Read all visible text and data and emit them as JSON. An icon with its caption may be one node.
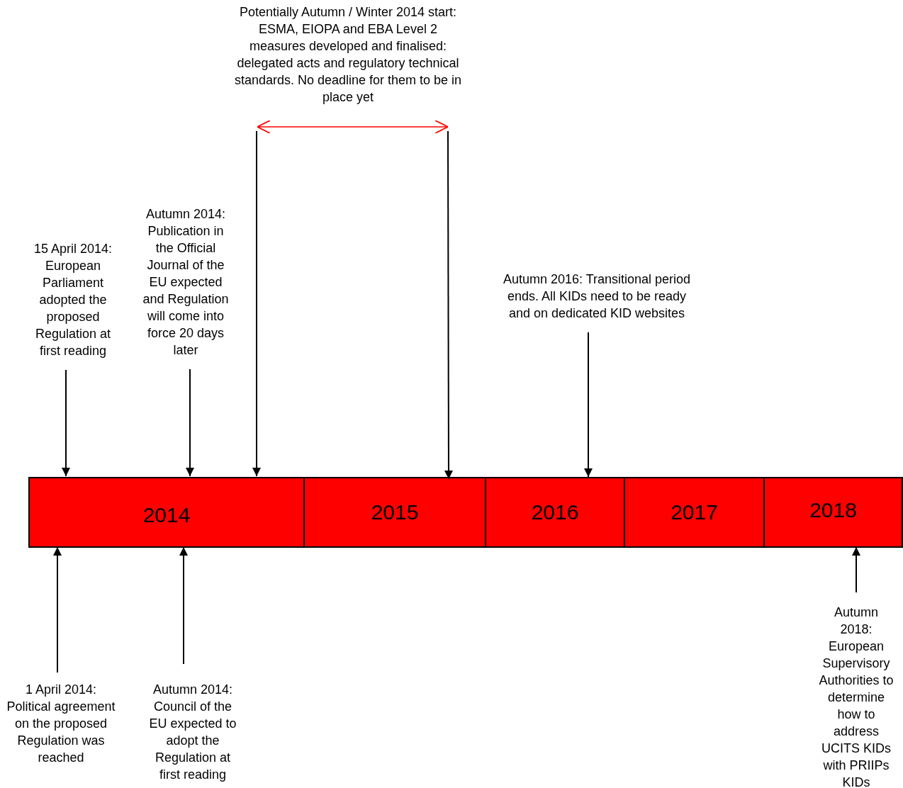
{
  "diagram": {
    "nodes": [
      {
        "text": [
          "2014"
        ]
      },
      {
        "text": [
          "2015"
        ]
      },
      {
        "text": [
          "2016"
        ]
      },
      {
        "text": [
          "2017"
        ]
      },
      {
        "text": [
          "2018"
        ]
      },
      {
        "text": [
          "15 April 2014: European Parliament adopted the proposed Regulation at first reading"
        ]
      },
      {
        "text": [
          "Autumn 2014: Publication in the Official Journal of the EU expected and Regulation will come into force 20 days later"
        ]
      },
      {
        "text": [
          "Potentially Autumn / Winter 2014 start: ESMA, EIOPA and EBA Level 2 measures developed and finalised: delegated acts and regulatory technical standards. No deadline for them to be in place yet"
        ]
      },
      {
        "text": [
          "Autumn 2016: Transitional period ends. All KIDs need to be ready and on dedicated KID websites"
        ]
      },
      {
        "text": [
          "1 April 2014: Political agreement on the proposed Regulation was reached"
        ]
      },
      {
        "text": [
          "Autumn 2014: Council of the EU expected to adopt the Regulation at first reading"
        ]
      },
      {
        "text": [
          "Autumn 2018: European Supervisory Authorities to determine how to address UCITS KIDs with PRIIPs KIDs"
        ]
      }
    ],
    "edges": [
      {
        "from": 5,
        "to": 0,
        "arrow": "to"
      },
      {
        "from": 6,
        "to": 0,
        "arrow": "to"
      },
      {
        "from": 7,
        "to": 0,
        "arrow": "to"
      },
      {
        "from": 7,
        "to": 1,
        "arrow": "to"
      },
      {
        "from": 8,
        "to": 2,
        "arrow": "to"
      },
      {
        "from": 9,
        "to": 0,
        "arrow": "to"
      },
      {
        "from": 10,
        "to": 0,
        "arrow": "to"
      },
      {
        "from": 11,
        "to": 4,
        "arrow": "to"
      }
    ]
  }
}
